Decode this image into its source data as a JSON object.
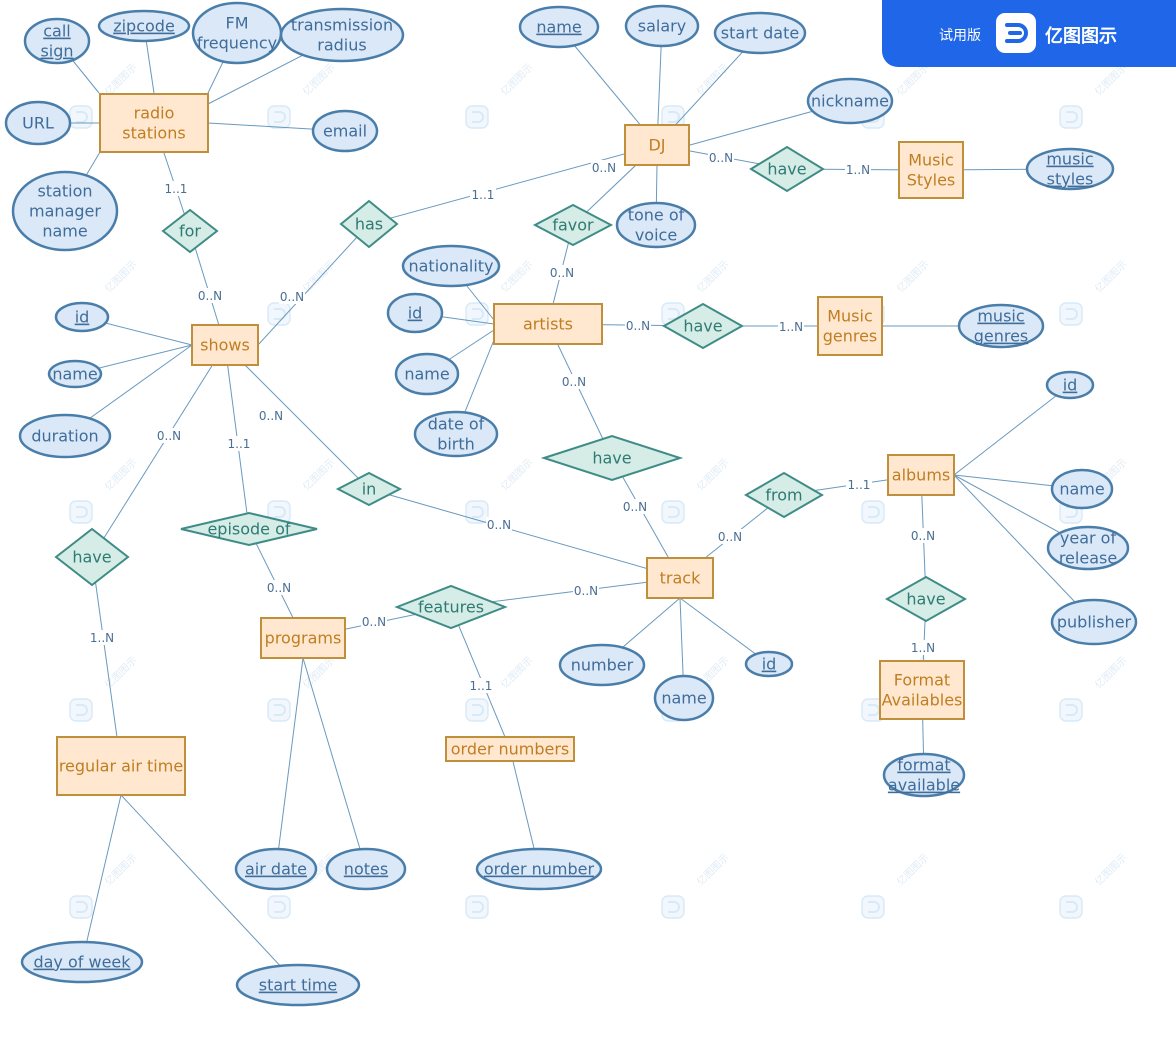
{
  "badge": {
    "trial_label": "试用版",
    "brand_name": "亿图图示",
    "logo_icon": "edraw-logo-icon"
  },
  "watermark": {
    "text": "亿图图示",
    "icon": "edraw-watermark-icon"
  },
  "colors": {
    "entity_fill": "#ffe8cf",
    "entity_stroke": "#c08f3b",
    "entity_text": "#c07e22",
    "attr_fill": "#dbe8f7",
    "attr_stroke": "#4a7eaa",
    "attr_text": "#3f6d9b",
    "rel_fill": "#d5ece7",
    "rel_stroke": "#3f8c86",
    "rel_text": "#2f7a73",
    "line": "#6a99bd",
    "card_text": "#4a6f95",
    "badge": "#1f67e8"
  },
  "entities": {
    "radio_stations": [
      "radio",
      "stations"
    ],
    "dj": "DJ",
    "music_styles": [
      "Music",
      "Styles"
    ],
    "shows": "shows",
    "artists": "artists",
    "music_genres": [
      "Music",
      "genres"
    ],
    "albums": "albums",
    "track": "track",
    "programs": "programs",
    "format_availables": [
      "Format",
      "Availables"
    ],
    "order_numbers": "order numbers",
    "regular_air_time": "regular air time"
  },
  "relationships": {
    "for": "for",
    "has": "has",
    "favor": "favor",
    "have_dj_styles": "have",
    "have_artists_genres": "have",
    "have_artists_track": "have",
    "in": "in",
    "episode_of": "episode of",
    "features": "features",
    "from": "from",
    "have_albums_format": "have",
    "have_shows_airtime": "have"
  },
  "attributes": {
    "call_sign": [
      "call",
      "sign"
    ],
    "zipcode": "zipcode",
    "fm_frequency": [
      "FM",
      "frequency"
    ],
    "transmission_radius": [
      "transmission",
      "radius"
    ],
    "url": "URL",
    "email": "email",
    "station_manager_name": [
      "station",
      "manager",
      "name"
    ],
    "dj_name": "name",
    "salary": "salary",
    "start_date": "start date",
    "nickname": "nickname",
    "tone_of_voice": [
      "tone of",
      "voice"
    ],
    "music_styles_attr": [
      "music",
      "styles"
    ],
    "nationality": "nationality",
    "artist_id": "id",
    "artist_name": "name",
    "date_of_birth": [
      "date of",
      "birth"
    ],
    "music_genres_attr": [
      "music",
      "genres"
    ],
    "show_id": "id",
    "show_name": "name",
    "duration": "duration",
    "album_id": "id",
    "album_name": "name",
    "year_of_release": [
      "year of",
      "release"
    ],
    "publisher": "publisher",
    "number": "number",
    "track_name": "name",
    "track_id": "id",
    "format_available": [
      "format",
      "available"
    ],
    "air_date": "air date",
    "notes": "notes",
    "order_number": "order number",
    "day_of_week": "day of week",
    "start_time": "start time"
  },
  "cardinalities": {
    "radio_for": "1..1",
    "for_shows": "0..N",
    "shows_has": "0..N",
    "has_dj": "1..1",
    "dj_favor": "0..N",
    "favor_artists": "0..N",
    "dj_have": "0..N",
    "have_styles": "1..N",
    "artists_have": "0..N",
    "have_genres": "1..N",
    "artists_have2": "0..N",
    "have2_track": "0..N",
    "shows_in": "0..N",
    "in_track": "0..N",
    "shows_episode": "1..1",
    "episode_programs": "0..N",
    "programs_features": "0..N",
    "features_track": "0..N",
    "features_orders": "1..1",
    "track_from": "0..N",
    "from_albums": "1..1",
    "albums_have": "0..N",
    "have_format": "1..N",
    "shows_have": "0..N",
    "have_airtime": "1..N"
  }
}
